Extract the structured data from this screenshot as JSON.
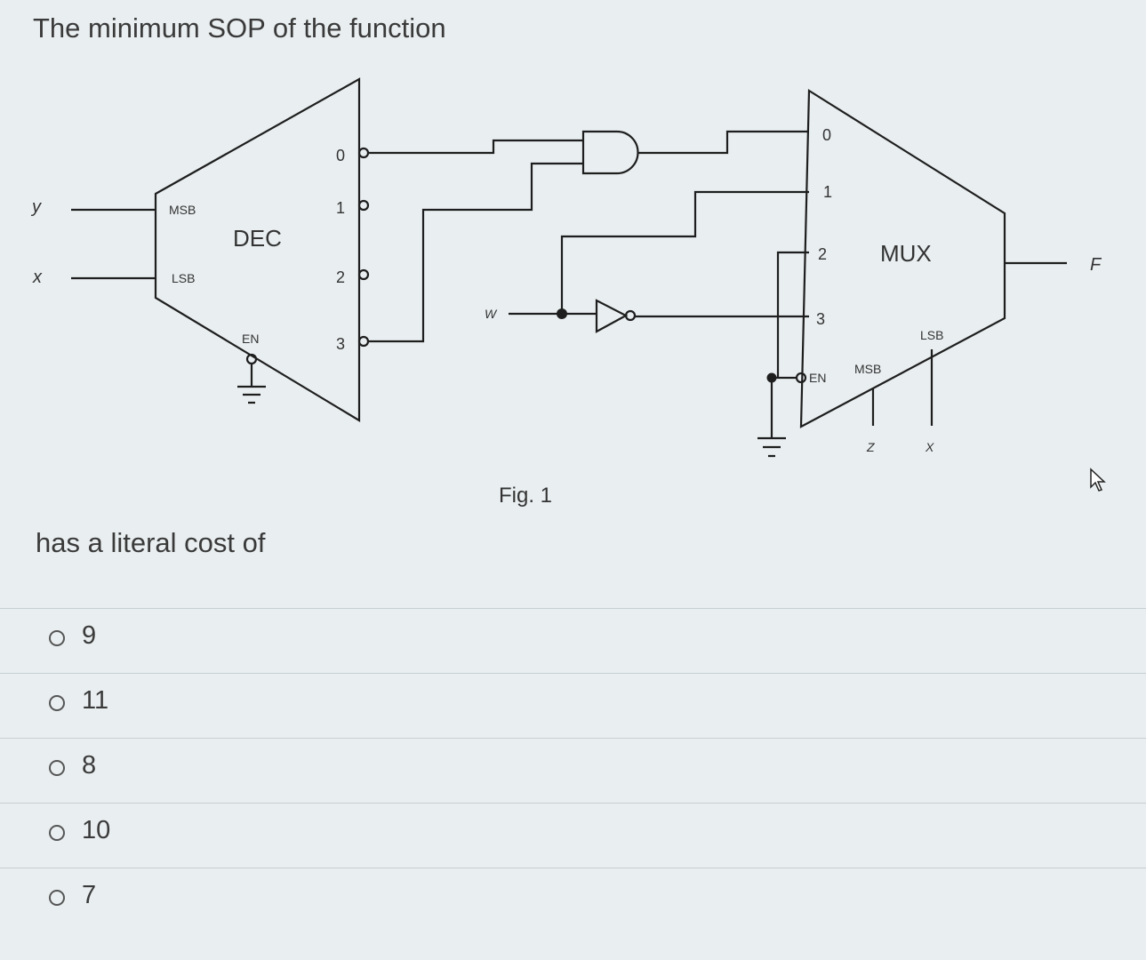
{
  "question": {
    "intro": "The minimum SOP of the function",
    "tail": "has a literal cost of"
  },
  "figure": {
    "caption": "Fig. 1",
    "decoder": {
      "name": "DEC",
      "msb": "MSB",
      "lsb": "LSB",
      "enable": "EN",
      "outputs": [
        "0",
        "1",
        "2",
        "3"
      ]
    },
    "mux": {
      "name": "MUX",
      "inputs": [
        "0",
        "1",
        "2",
        "3"
      ],
      "enable": "EN",
      "msb": "MSB",
      "lsb": "LSB"
    },
    "signals": {
      "y": "y",
      "x": "x",
      "w": "W",
      "z": "Z",
      "x_bottom": "X",
      "f": "F"
    }
  },
  "options": [
    {
      "label": "9"
    },
    {
      "label": "11"
    },
    {
      "label": "8"
    },
    {
      "label": "10"
    },
    {
      "label": "7"
    }
  ],
  "colors": {
    "background": "#e9eef0",
    "wire": "#1e1e1e",
    "text": "#3a3a3a"
  }
}
